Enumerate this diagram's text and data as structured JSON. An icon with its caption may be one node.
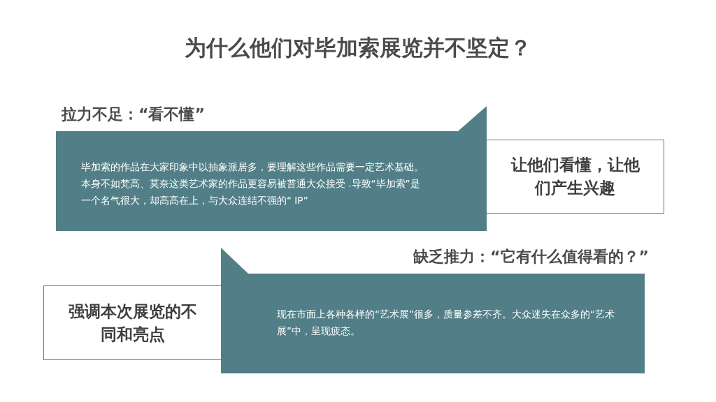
{
  "diagram": {
    "title": "为什么他们对毕加索展览并不坚定？",
    "nodes": [
      {
        "text": [
          "拉力不足：“看不懂”",
          "毕加索的作品在大家印象中以抽象派居多，要理解这些作品需要一定艺术基础。本身不如梵高、莫奈这类艺术家的作品更容易被普通大众接受 .导致“毕加索”是一个名气很大，却高高在上，与大众连结不强的“ IP”"
        ]
      },
      {
        "text": [
          "让他们看懂，让他们产生兴趣"
        ]
      },
      {
        "text": [
          "缺乏推力：“它有什么值得看的？”",
          "现在市面上各种各样的“艺术展”很多，质量参差不齐。大众迷失在众多的“艺术展”中，呈现疲态。"
        ]
      },
      {
        "text": [
          "强调本次展览的不同和亮点"
        ]
      }
    ],
    "edges": []
  }
}
